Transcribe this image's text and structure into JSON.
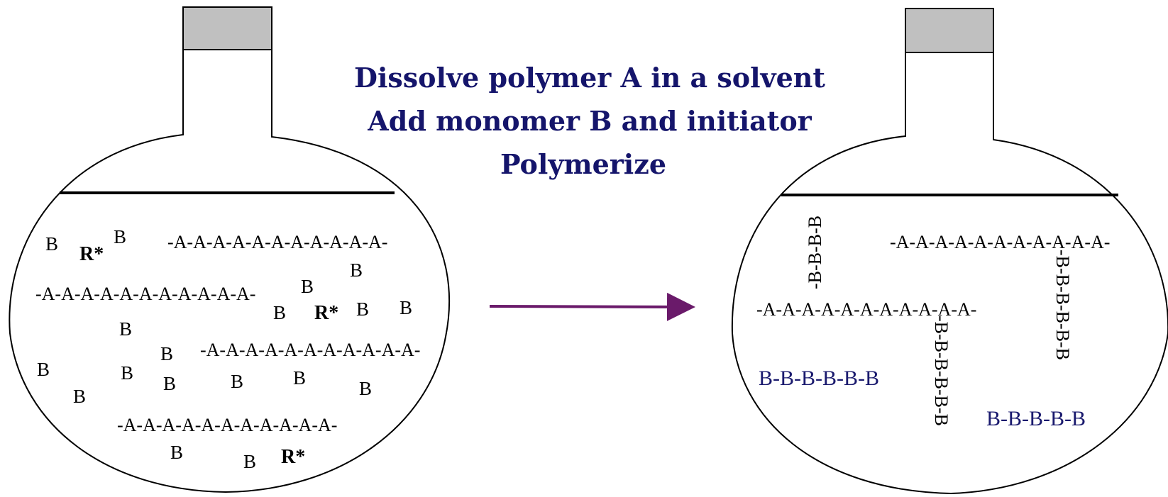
{
  "title_lines": [
    "Dissolve polymer A in a solvent",
    "Add monomer B and initiator",
    "Polymerize"
  ],
  "colors": {
    "title": "#15156b",
    "free_polymer": "#1a1a6e",
    "arrow": "#6a1a6a",
    "cap": "#c0c0c0"
  },
  "left_flask": {
    "chains": [
      "-A-A-A-A-A-A-A-A-A-A-A-",
      "-A-A-A-A-A-A-A-A-A-A-A-",
      "-A-A-A-A-A-A-A-A-A-A-A-",
      "-A-A-A-A-A-A-A-A-A-A-A-"
    ],
    "monomer": "B",
    "radical": "R*"
  },
  "right_flask": {
    "chains": [
      "-A-A-A-A-A-A-A-A-A-A-A-",
      "-A-A-A-A-A-A-A-A-A-A-A-"
    ],
    "grafts": [
      "-B-B-B-B",
      "-B-B-B-B-B-B",
      "-B-B-B-B-B-B"
    ],
    "free_polymers": [
      "B-B-B-B-B-B",
      "B-B-B-B-B"
    ]
  }
}
